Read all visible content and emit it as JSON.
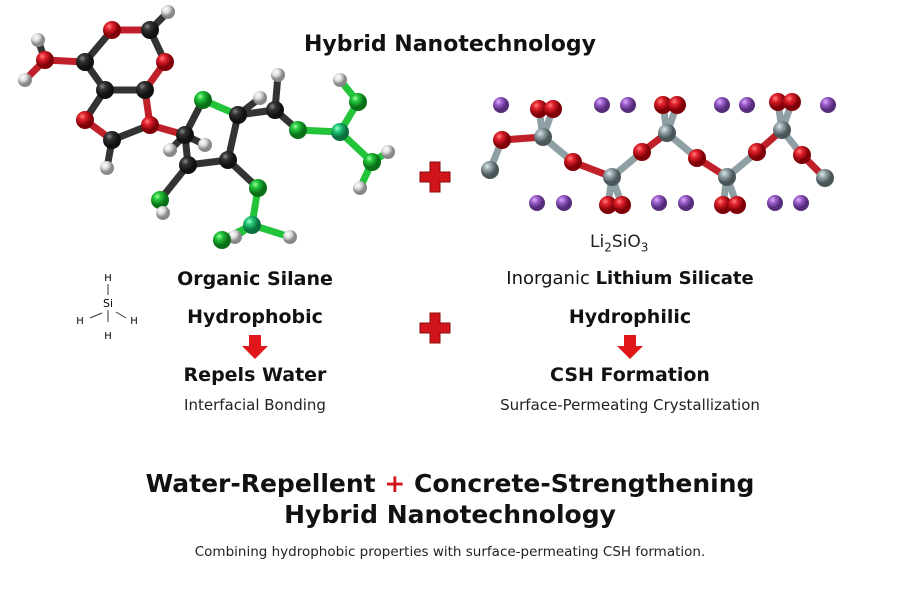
{
  "header": {
    "title": "Hybrid Nanotechnology"
  },
  "left": {
    "formula_atoms": {
      "center": "Si",
      "h": "H"
    },
    "name": "Organic Silane",
    "property": "Hydrophobic",
    "result": "Repels Water",
    "mechanism": "Interfacial Bonding"
  },
  "right": {
    "formula": {
      "li": "Li",
      "li_sub": "2",
      "si": "SiO",
      "o_sub": "3"
    },
    "name_prefix": "Inorganic ",
    "name_bold": "Lithium Silicate",
    "property": "Hydrophilic",
    "result": "CSH Formation",
    "mechanism": "Surface-Permeating Crystallization"
  },
  "summary": {
    "line1_a": "Water-Repellent",
    "plus": "+",
    "line1_b": "Concrete-Strengthening",
    "line2": "Hybrid Nanotechnology",
    "caption": "Combining hydrophobic properties with surface-permeating CSH formation."
  },
  "colors": {
    "accent_red": "#d0161a",
    "oxygen": "#d0202a",
    "carbon": "#333333",
    "nitrogen": "#22c43a",
    "hydrogen": "#e8e8e8",
    "silicon": "#8fa0a4",
    "lithium": "#9a5cc8"
  }
}
